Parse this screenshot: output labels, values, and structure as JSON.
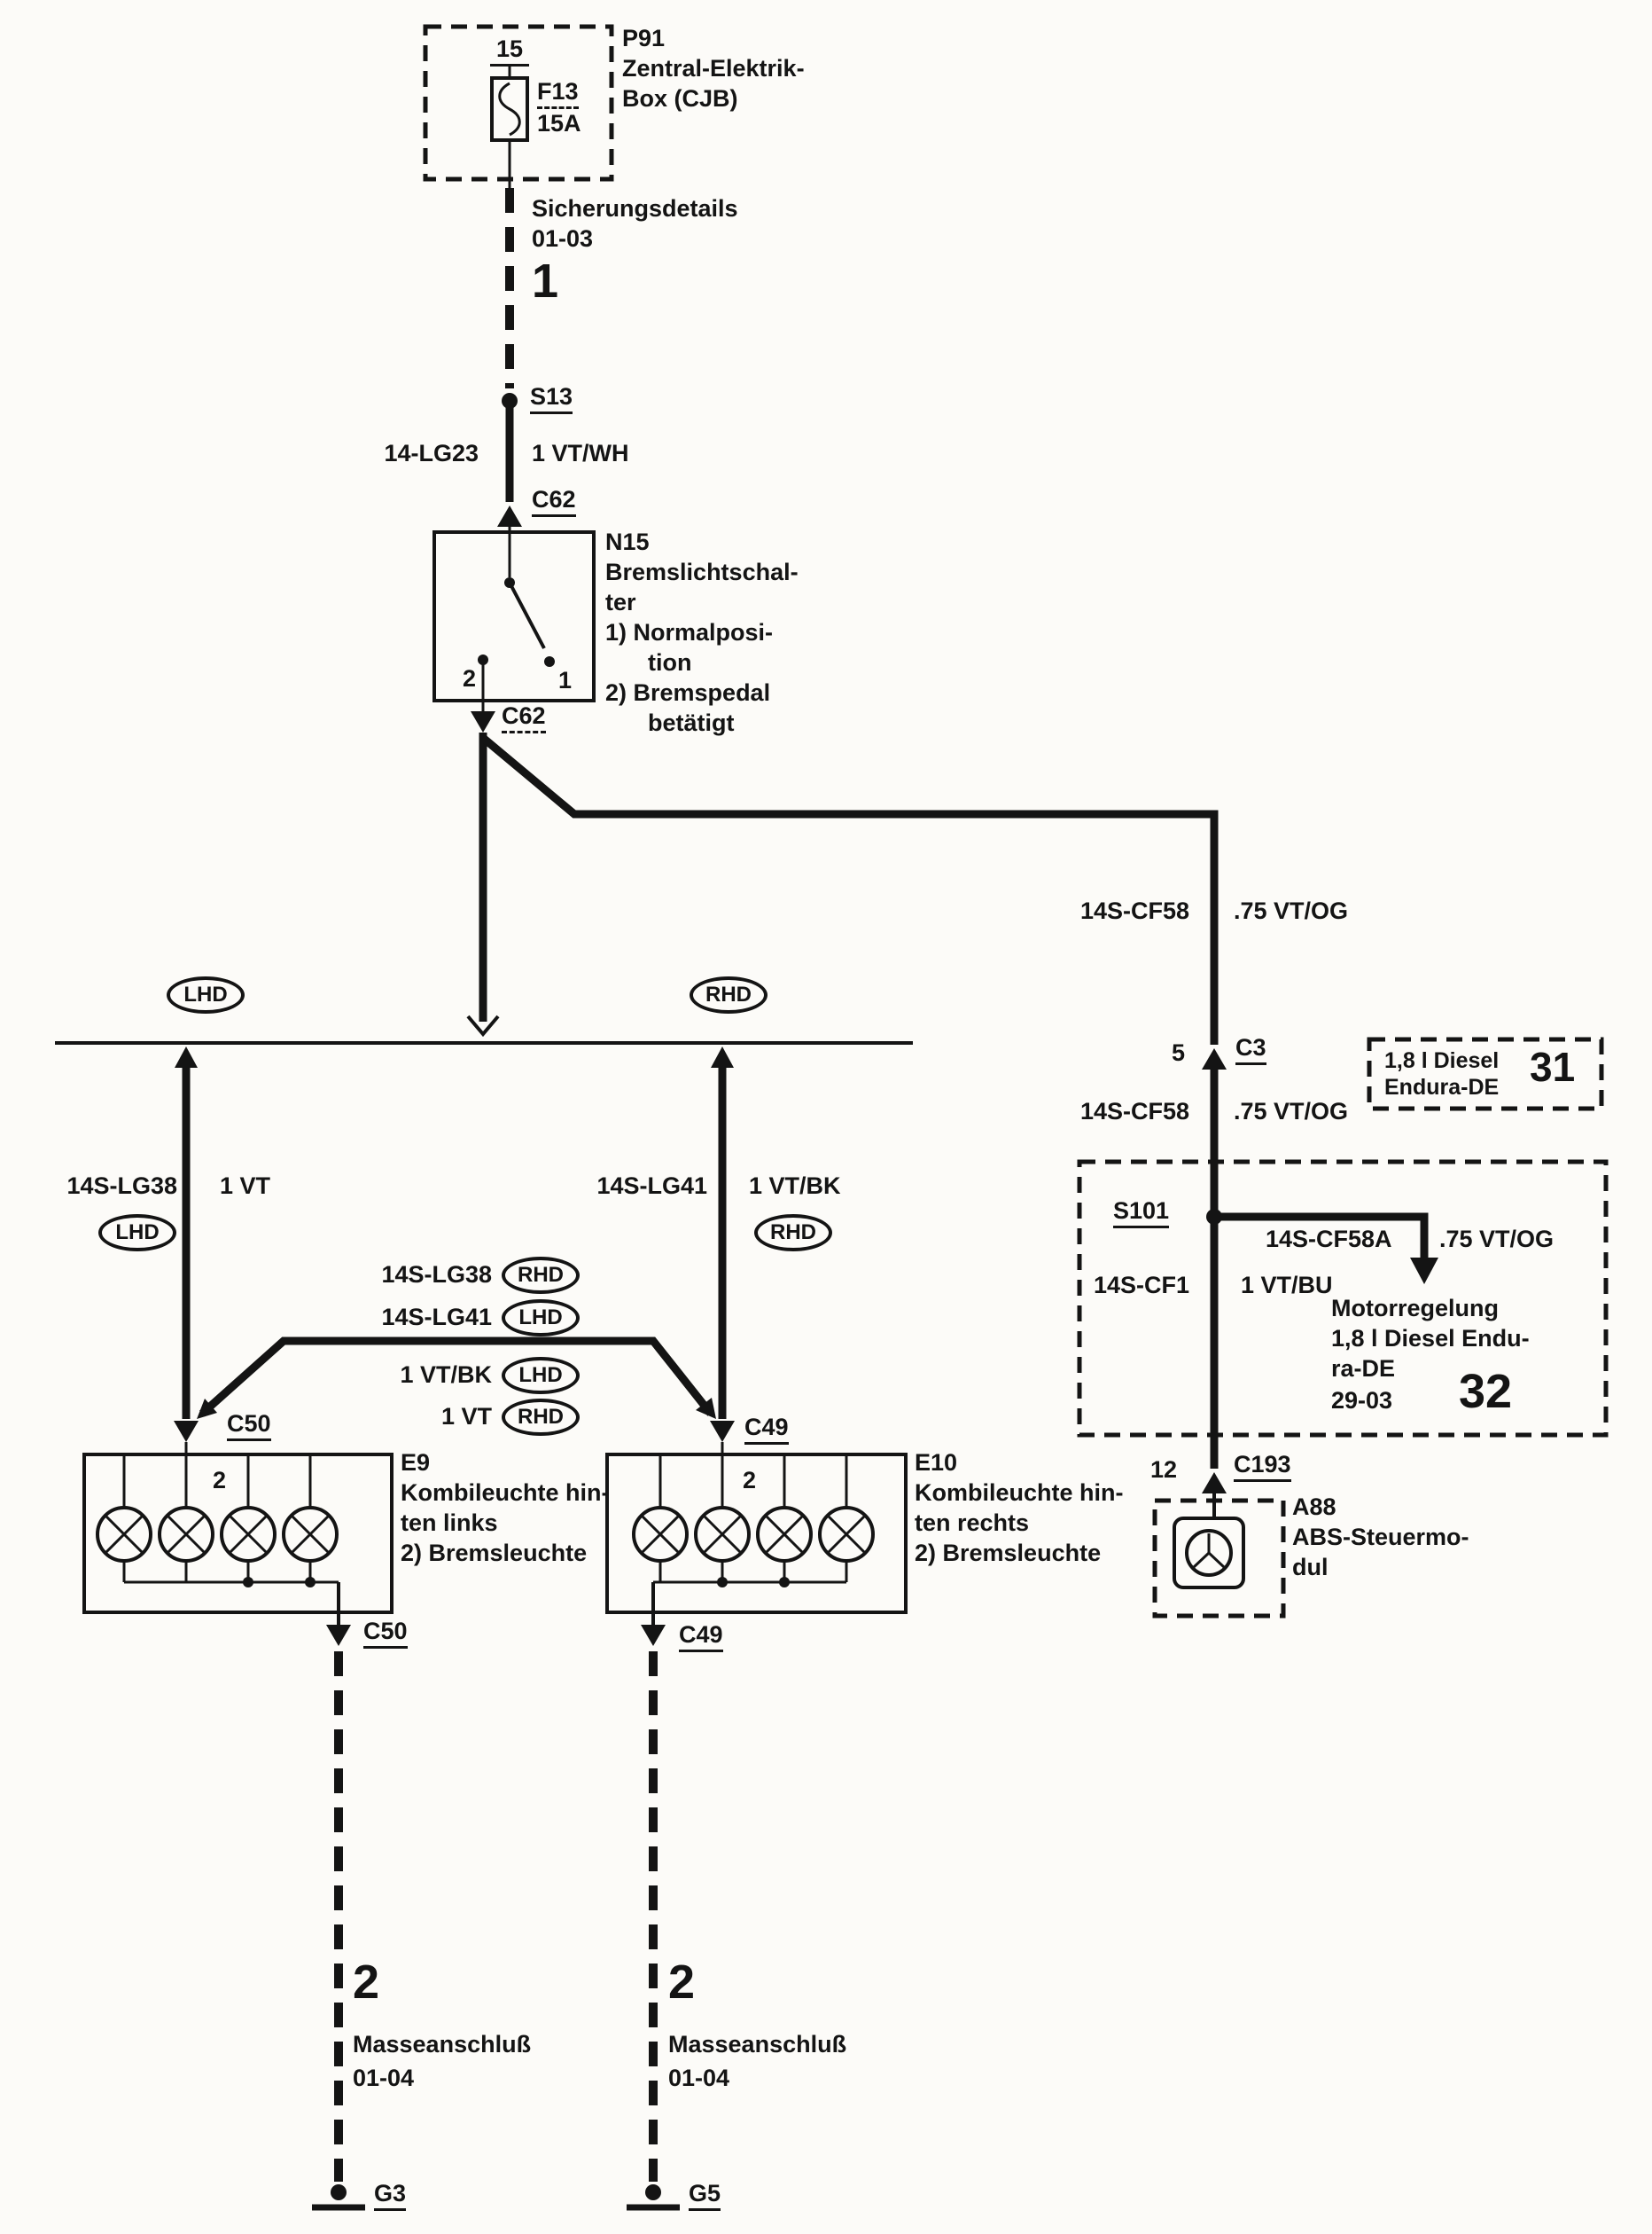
{
  "ink": "#141414",
  "cjb": {
    "id": "P91",
    "name1": "Zentral-Elektrik-",
    "name2": "Box (CJB)",
    "pin": "15",
    "fuse_id": "F13",
    "fuse_rating": "15A"
  },
  "fuse_ref": {
    "line1": "Sicherungsdetails",
    "line2": "01-03",
    "page": "1"
  },
  "splices": {
    "s13": "S13",
    "s101": "S101"
  },
  "connectors": {
    "c62": "C62",
    "c3": "C3",
    "c3_pin": "5",
    "c193": "C193",
    "c193_pin": "12",
    "c50": "C50",
    "c49": "C49"
  },
  "wires": {
    "supply": {
      "circuit": "14-LG23",
      "spec": "1 VT/WH"
    },
    "cf58": {
      "circuit": "14S-CF58",
      "spec": ".75 VT/OG"
    },
    "cf58a": {
      "circuit": "14S-CF58A",
      "spec": ".75 VT/OG"
    },
    "cf1": {
      "circuit": "14S-CF1",
      "spec": "1 VT/BU"
    },
    "lg38": {
      "circuit": "14S-LG38",
      "spec": "1 VT"
    },
    "lg41": {
      "circuit": "14S-LG41",
      "spec": "1 VT/BK"
    }
  },
  "tags": {
    "lhd": "LHD",
    "rhd": "RHD"
  },
  "switch_n15": {
    "id": "N15",
    "name1": "Bremslichtschal-",
    "name2": "ter",
    "note1a": "1)  Normalposi-",
    "note1b": "tion",
    "note2a": "2)  Bremspedal",
    "note2b": "betätigt",
    "pin_left": "2",
    "pin_right": "1"
  },
  "diesel_ref": {
    "line1": "1,8 l Diesel",
    "line2": "Endura-DE",
    "page": "31"
  },
  "engine_ref": {
    "line1": "Motorregelung",
    "line2": "1,8 l Diesel Endu-",
    "line3": "ra-DE",
    "line4": "29-03",
    "page": "32"
  },
  "abs_module": {
    "id": "A88",
    "name1": "ABS-Steuermo-",
    "name2": "dul"
  },
  "lamp_left": {
    "id": "E9",
    "pin": "2",
    "name1": "Kombileuchte hin-",
    "name2": "ten links",
    "name3": "2)  Bremsleuchte"
  },
  "lamp_right": {
    "id": "E10",
    "pin": "2",
    "name1": "Kombileuchte hin-",
    "name2": "ten rechts",
    "name3": "2)  Bremsleuchte"
  },
  "ground_left": {
    "page": "2",
    "name": "Masseanschluß",
    "ref": "01-04",
    "id": "G3"
  },
  "ground_right": {
    "page": "2",
    "name": "Masseanschluß",
    "ref": "01-04",
    "id": "G5"
  }
}
